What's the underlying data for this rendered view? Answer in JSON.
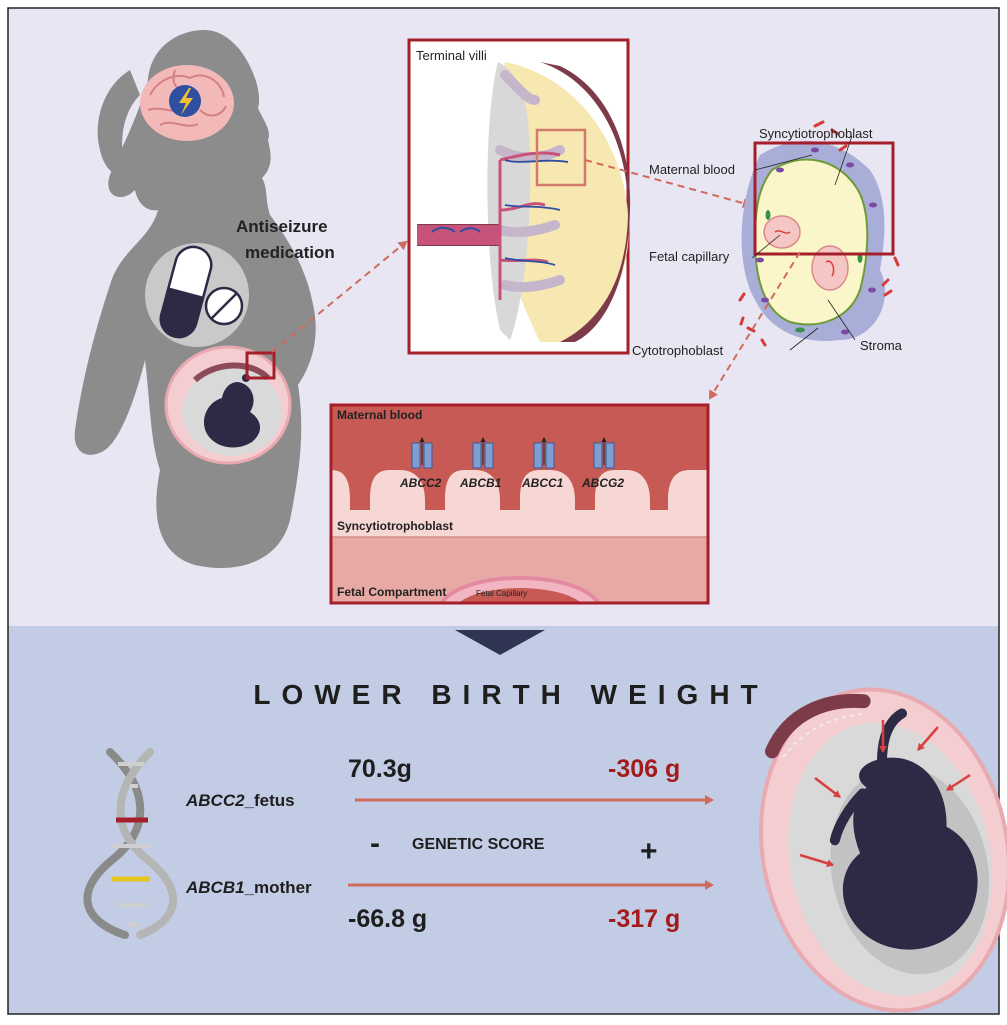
{
  "top_panel": {
    "medication_label_line1": "Antiseizure",
    "medication_label_line2": "medication",
    "placenta_label": "Terminal villi",
    "villus_labels": {
      "syncytiotrophoblast": "Syncytiotrophoblast",
      "maternal_blood": "Maternal blood",
      "fetal_capillary": "Fetal capillary",
      "cytotrophoblast": "Cytotrophoblast",
      "stroma": "Stroma"
    },
    "zoom_box": {
      "maternal_blood": "Maternal blood",
      "syncytiotrophoblast": "Syncytiotrophoblast",
      "fetal_compartment": "Fetal Compartment",
      "fetal_capillary": "Fetal Capillary",
      "transporters": [
        "ABCC2",
        "ABCB1",
        "ABCC1",
        "ABCG2"
      ]
    }
  },
  "bottom_panel": {
    "title": "LOWER BIRTH WEIGHT",
    "rows": [
      {
        "gene": "ABCC2",
        "suffix": "_fetus",
        "low_value": "70.3g",
        "high_value": "-306 g"
      },
      {
        "gene": "ABCB1",
        "suffix": "_mother",
        "low_value": "-66.8 g",
        "high_value": "-317 g"
      }
    ],
    "score_label": "GENETIC SCORE",
    "minus_sign": "-",
    "plus_sign": "+"
  },
  "colors": {
    "top_bg": "#e9e6f3",
    "bottom_bg": "#c2cde5",
    "frame_red": "#a41f2a",
    "arrow_red": "#cf6a5c",
    "value_red": "#a31b1b",
    "silhouette_gray": "#8c8c8c",
    "fetus_navy": "#2c2a45",
    "transporter_blue": "#7f9ed3"
  },
  "icons": [
    "brain-icon",
    "lightning-icon",
    "capsule-icon",
    "tablet-icon",
    "dna-icon",
    "down-chevron-icon"
  ]
}
